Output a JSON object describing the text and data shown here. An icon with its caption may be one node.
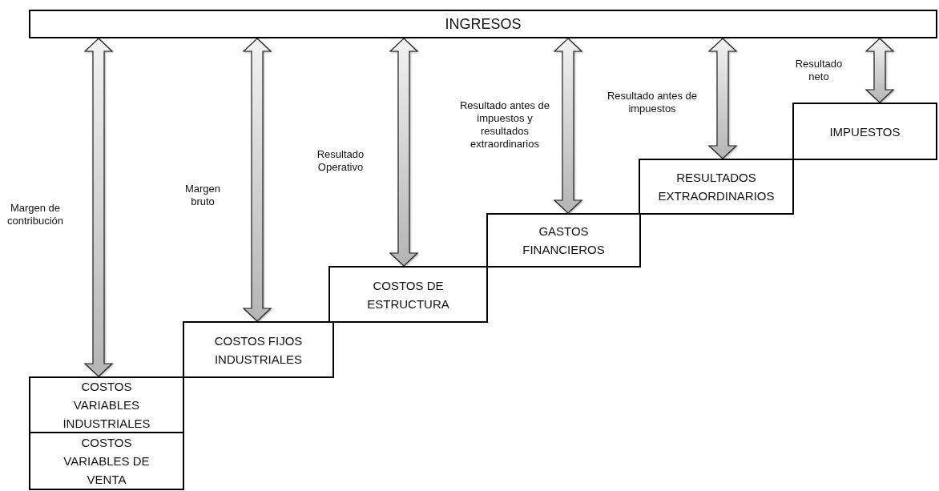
{
  "diagram": {
    "nodes": [
      {
        "text": [
          "INGRESOS"
        ]
      },
      {
        "text": [
          "COSTOS VARIABLES INDUSTRIALES"
        ]
      },
      {
        "text": [
          "COSTOS VARIABLES DE VENTA"
        ]
      },
      {
        "text": [
          "COSTOS FIJOS INDUSTRIALES"
        ]
      },
      {
        "text": [
          "COSTOS DE ESTRUCTURA"
        ]
      },
      {
        "text": [
          "GASTOS FINANCIEROS"
        ]
      },
      {
        "text": [
          "RESULTADOS EXTRAORDINARIOS"
        ]
      },
      {
        "text": [
          "IMPUESTOS"
        ]
      }
    ],
    "edges": [
      {
        "from": 0,
        "to": 1,
        "arrow": "both",
        "label": "Margen de contribución"
      },
      {
        "from": 0,
        "to": 3,
        "arrow": "both",
        "label": "Margen bruto"
      },
      {
        "from": 0,
        "to": 4,
        "arrow": "both",
        "label": "Resultado Operativo"
      },
      {
        "from": 0,
        "to": 5,
        "arrow": "both",
        "label": "Resultado antes de impuestos y resultados extraordinarios"
      },
      {
        "from": 0,
        "to": 6,
        "arrow": "both",
        "label": "Resultado antes de impuestos"
      },
      {
        "from": 0,
        "to": 7,
        "arrow": "both",
        "label": "Resultado neto"
      }
    ]
  }
}
